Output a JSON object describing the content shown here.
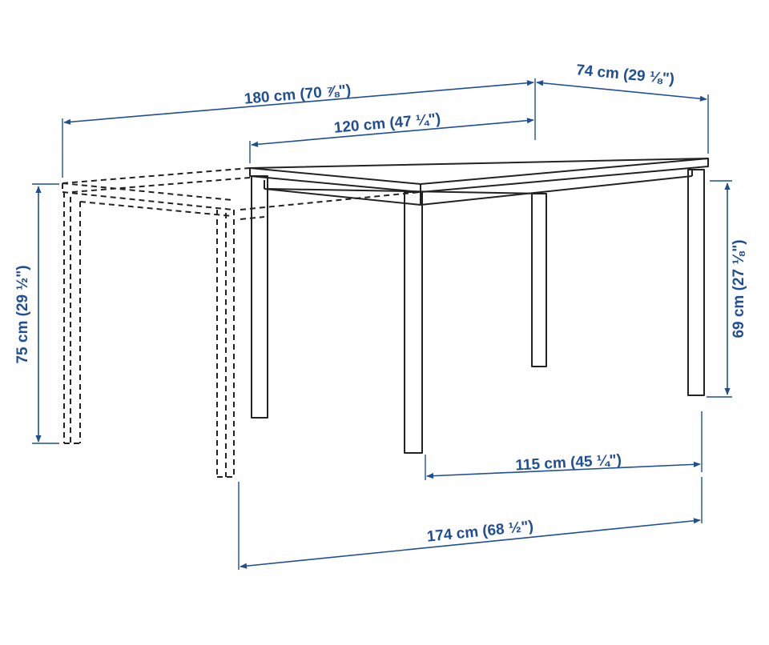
{
  "colors": {
    "dimension": "#1f4e96",
    "line": "#222222"
  },
  "dimensions": {
    "extended_length": "180 cm (70 ⅞\")",
    "length": "120 cm (47 ¼\")",
    "depth": "74 cm (29 ⅛\")",
    "height": "75 cm (29 ½\")",
    "leg_clearance_height": "69 cm (27 ⅛\")",
    "leg_span": "115 cm (45 ¼\")",
    "extended_leg_span": "174 cm (68 ½\")"
  }
}
